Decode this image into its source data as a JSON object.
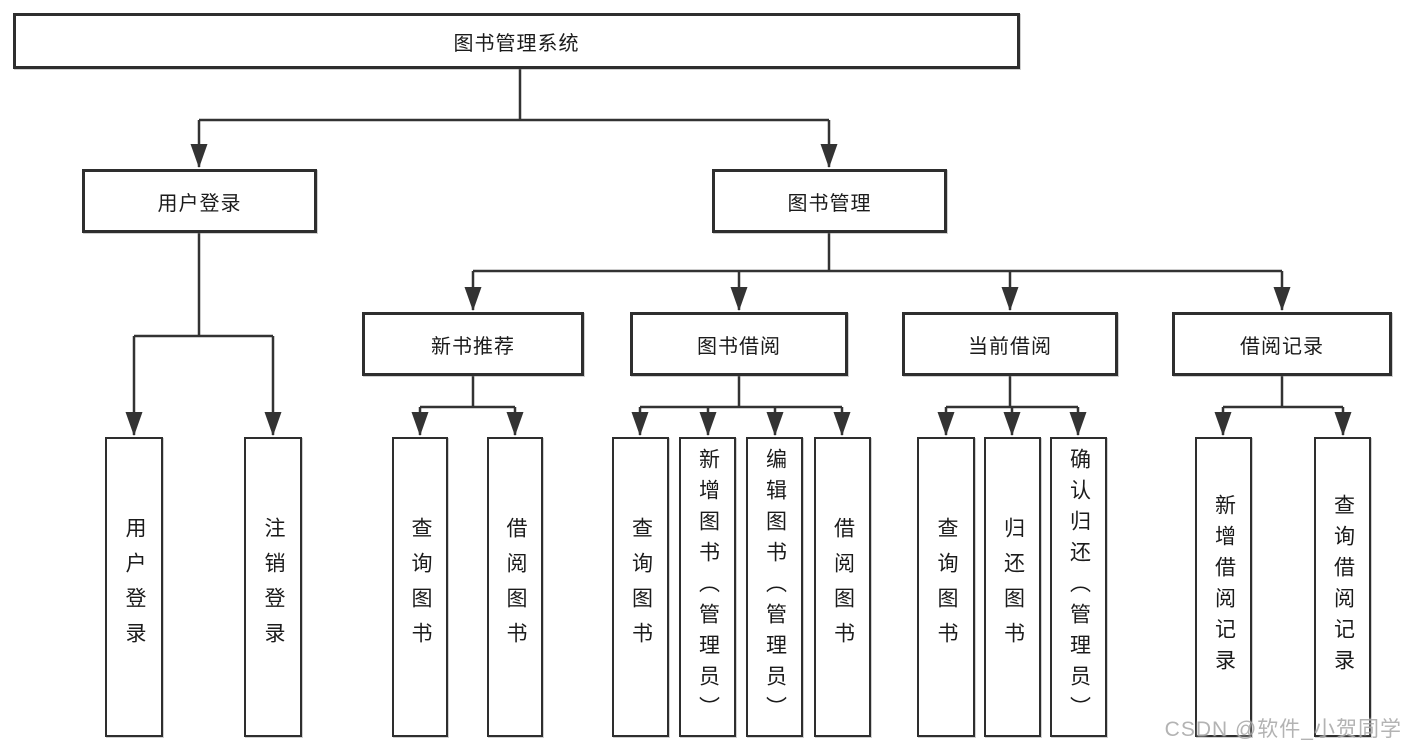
{
  "tree": {
    "root": {
      "label": "图书管理系统"
    },
    "branches": [
      {
        "label": "用户登录",
        "leaves": [
          {
            "label": "用户登录"
          },
          {
            "label": "注销登录"
          }
        ]
      },
      {
        "label": "图书管理",
        "sections": [
          {
            "label": "新书推荐",
            "leaves": [
              {
                "label": "查询图书"
              },
              {
                "label": "借阅图书"
              }
            ]
          },
          {
            "label": "图书借阅",
            "leaves": [
              {
                "label": "查询图书"
              },
              {
                "label": "新增图书（管理员）"
              },
              {
                "label": "编辑图书（管理员）"
              },
              {
                "label": "借阅图书"
              }
            ]
          },
          {
            "label": "当前借阅",
            "leaves": [
              {
                "label": "查询图书"
              },
              {
                "label": "归还图书"
              },
              {
                "label": "确认归还（管理员）"
              }
            ]
          },
          {
            "label": "借阅记录",
            "leaves": [
              {
                "label": "新增借阅记录"
              },
              {
                "label": "查询借阅记录"
              }
            ]
          }
        ]
      }
    ]
  },
  "watermark": {
    "text": "CSDN @软件_小贺同学"
  },
  "colors": {
    "line": "#333333",
    "border": "#2e2e2e",
    "text": "#1b1b1b",
    "watermark": "#ababab"
  }
}
